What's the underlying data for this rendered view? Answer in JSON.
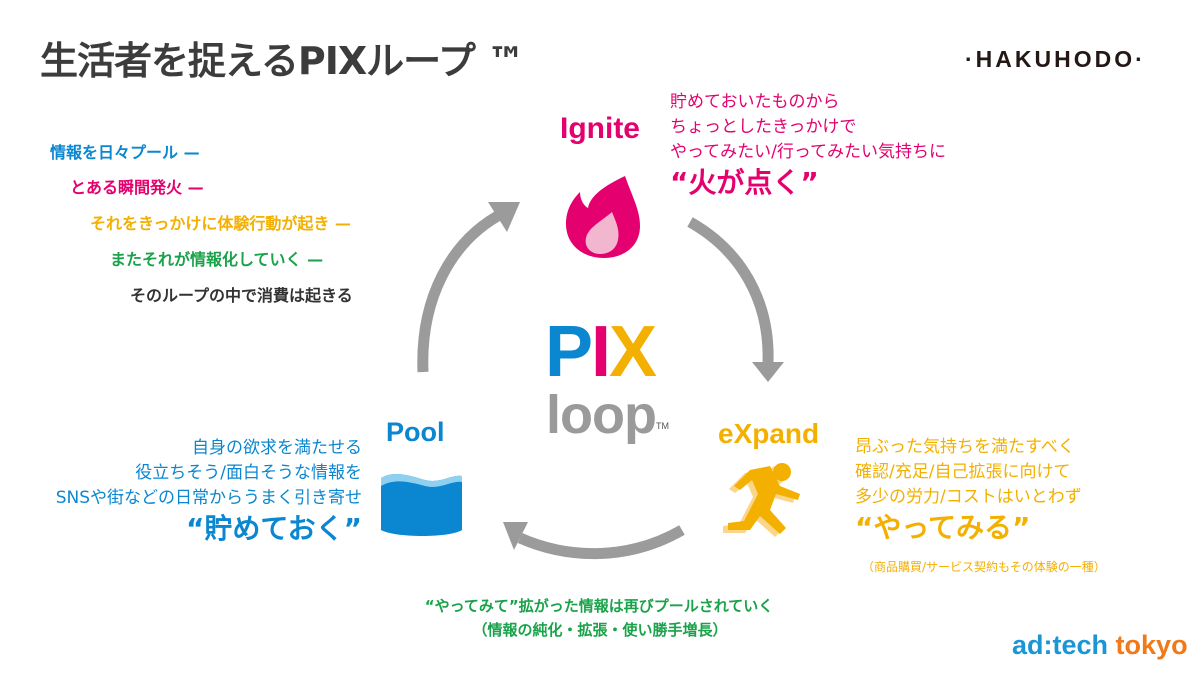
{
  "header": {
    "title": "生活者を捉えるPIXループ ™",
    "brand": "·HAKUHODO·"
  },
  "flow_steps": [
    {
      "text": "情報を日々プール —",
      "color": "#0a87d0"
    },
    {
      "text": "とある瞬間発火 —",
      "color": "#e4006e"
    },
    {
      "text": "それをきっかけに体験行動が起き —",
      "color": "#f4b000"
    },
    {
      "text": "またそれが情報化していく —",
      "color": "#1aa24a"
    },
    {
      "text": "そのループの中で消費は起きる",
      "color": "#333333"
    }
  ],
  "ignite": {
    "label": "Ignite",
    "icon": "flame-icon",
    "color": "#e4006e",
    "lines": [
      "貯めておいたものから",
      "ちょっとしたきっかけで",
      "やってみたい/行ってみたい気持ちに"
    ],
    "quote": "“火が点く”"
  },
  "expand": {
    "label": "eXpand",
    "icon": "running-person-icon",
    "color": "#f4b000",
    "lines": [
      "昂ぶった気持ちを満たすべく",
      "確認/充足/自己拡張に向けて",
      "多少の労力/コストはいとわず"
    ],
    "quote": "“やってみる”",
    "note": "（商品購買/サービス契約もその体験の一種）"
  },
  "pool": {
    "label": "Pool",
    "icon": "water-pool-icon",
    "color": "#0a87d0",
    "lines": [
      "自身の欲求を満たせる",
      "役立ちそう/面白そうな情報を",
      "SNSや街などの日常からうまく引き寄せ"
    ],
    "quote": "“貯めておく”"
  },
  "center_logo": {
    "top": [
      "P",
      "I",
      "X"
    ],
    "bottom": "loop",
    "tm": "TM",
    "colors": {
      "p": "#0a87d0",
      "i": "#e4006e",
      "x": "#f4b000",
      "loop": "#9a9a9a"
    }
  },
  "bottom_note": {
    "line1": "“やってみて”拡がった情報は再びプールされていく",
    "line2": "（情報の純化・拡張・使い勝手増長）",
    "color": "#1aa24a"
  },
  "footer_logo": {
    "part1": "ad:tech",
    "part2": "tokyo",
    "color1": "#1a96d4",
    "color2": "#f07a1a"
  },
  "arrow_color": "#9b9b9b"
}
